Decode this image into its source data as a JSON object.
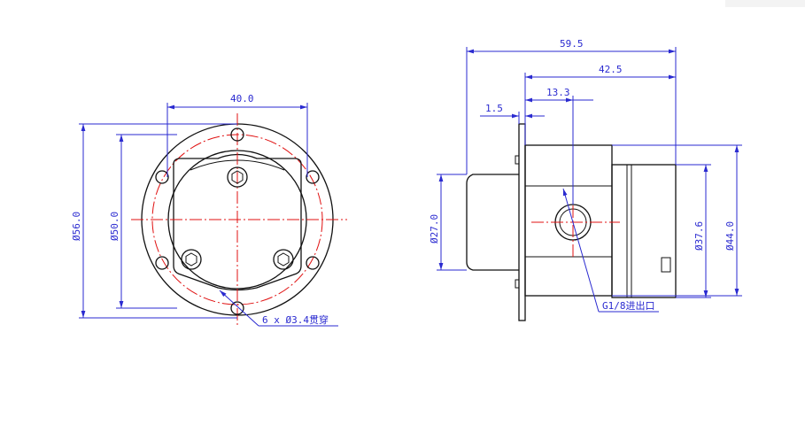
{
  "front_view": {
    "dim_hole_spacing": "40.0",
    "dim_outer_diameter": "Ø56.0",
    "dim_inner_diameter": "Ø50.0",
    "dim_holes_note": "6 x Ø3.4贯穿"
  },
  "side_view": {
    "dim_total_length": "59.5",
    "dim_body_length": "42.5",
    "dim_port_offset": "13.3",
    "dim_flange_thickness": "1.5",
    "dim_shaft_diameter": "Ø27.0",
    "dim_body_diameter": "Ø37.6",
    "dim_outer_diameter": "Ø44.0",
    "port_note": "G1/8进出口"
  },
  "colors": {
    "dimension": "#2a2ad0",
    "outline": "#111111",
    "centerline": "#e01010"
  }
}
